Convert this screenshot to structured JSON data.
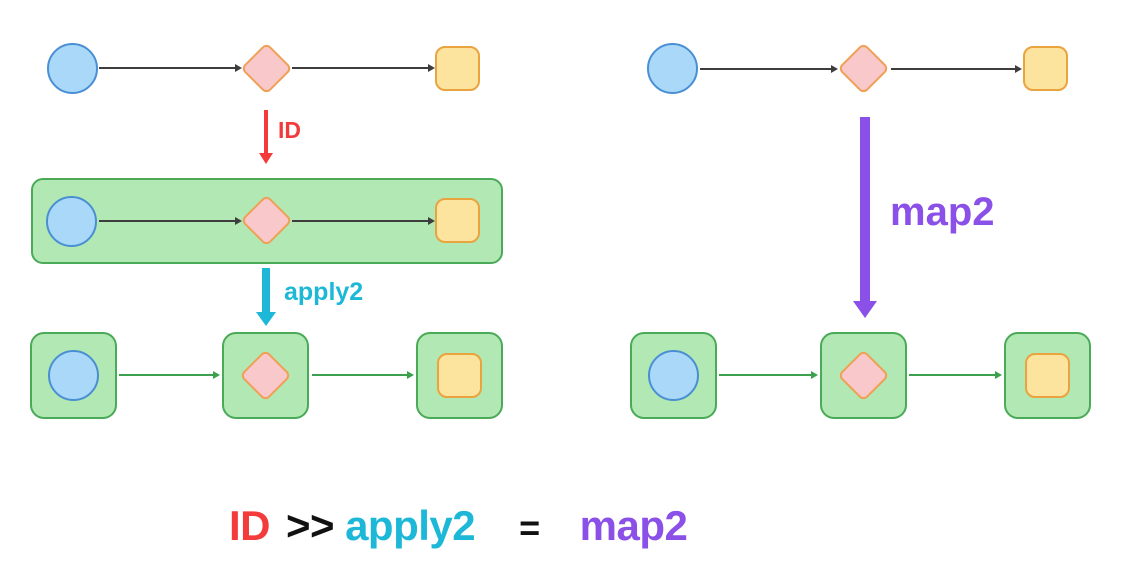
{
  "labels": {
    "id_arrow": "ID",
    "apply2_arrow": "apply2",
    "map2_arrow": "map2"
  },
  "formula": {
    "lhs_first": "ID",
    "compose_operator": ">>",
    "lhs_second": "apply2",
    "equals": "=",
    "rhs": "map2"
  },
  "colors": {
    "red": "#f43b3b",
    "cyan": "#1db8d8",
    "purple": "#8a50e8",
    "line": "#3d3d3d",
    "formula_black": "#111111",
    "blue_fill": "#aad8f8",
    "blue_stroke": "#4a8fd3",
    "pink_fill": "#f9c8cb",
    "orange_stroke": "#efa055",
    "yellow_fill": "#fce49e",
    "yellow_stroke": "#e9a43f",
    "green_fill": "#b2e8b3",
    "green_stroke": "#4aaa58",
    "green_arrow": "#3ba14e"
  }
}
